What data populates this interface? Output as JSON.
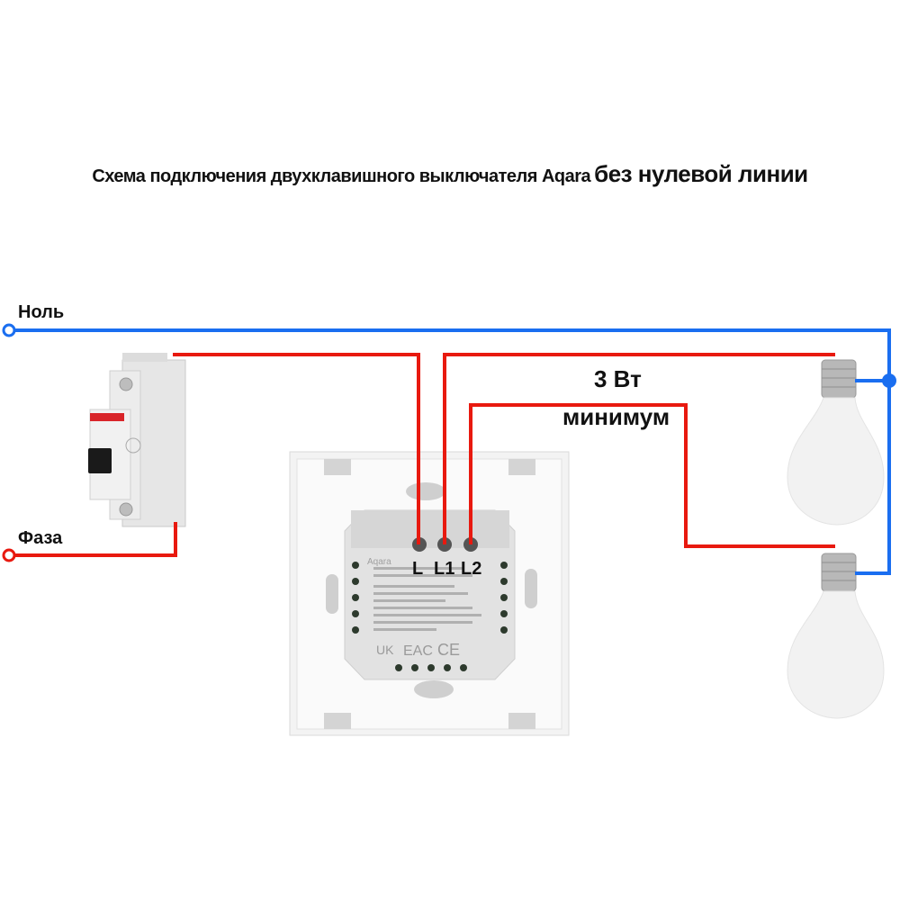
{
  "title": {
    "part1": "Схема подключения двухклавишного выключателя Aqara",
    "part2": "без нулевой линии"
  },
  "lines": {
    "neutral_label": "Ноль",
    "phase_label": "Фаза"
  },
  "note": {
    "line1": "3 Вт",
    "line2": "минимум"
  },
  "switch": {
    "brand": "Aqara",
    "terminals": [
      "L",
      "L1",
      "L2"
    ],
    "certifications": [
      "UK CA",
      "EAC",
      "CE"
    ]
  },
  "components": [
    "circuit-breaker",
    "aqara-double-switch",
    "lamp-1",
    "lamp-2"
  ],
  "colors": {
    "phase_wire": "#e8190f",
    "neutral_wire": "#1a6ef0",
    "text": "#111111"
  }
}
